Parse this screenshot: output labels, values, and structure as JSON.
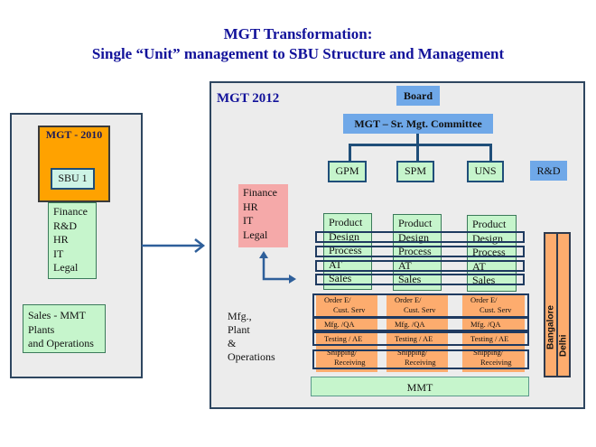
{
  "title": {
    "line1": "MGT Transformation:",
    "line2": "Single “Unit” management to SBU Structure and Management"
  },
  "left": {
    "mgt_label": "MGT - 2010",
    "sbu": "SBU 1",
    "functions": [
      "Finance",
      "R&D",
      "HR",
      "IT",
      "Legal"
    ],
    "sales": [
      "Sales - MMT",
      "Plants",
      "and Operations"
    ]
  },
  "right": {
    "label": "MGT 2012",
    "board": "Board",
    "committee": "MGT – Sr. Mgt. Committee",
    "units": [
      "GPM",
      "SPM",
      "UNS"
    ],
    "rnd": "R&D",
    "shared": [
      "Finance",
      "HR",
      "IT",
      "Legal"
    ],
    "product_rows": [
      "Product",
      "Design",
      "Process",
      "AT",
      "Sales"
    ],
    "ops_rows": [
      "Order E/",
      "Cust. Serv",
      "Mfg. /QA",
      "Testing / AE",
      "Shipping/",
      "Receiving"
    ],
    "mfg": [
      "Mfg.,",
      "Plant",
      "&",
      "Operations"
    ],
    "sites": [
      "Bangalore",
      "Delhi"
    ],
    "mmt": "MMT"
  }
}
